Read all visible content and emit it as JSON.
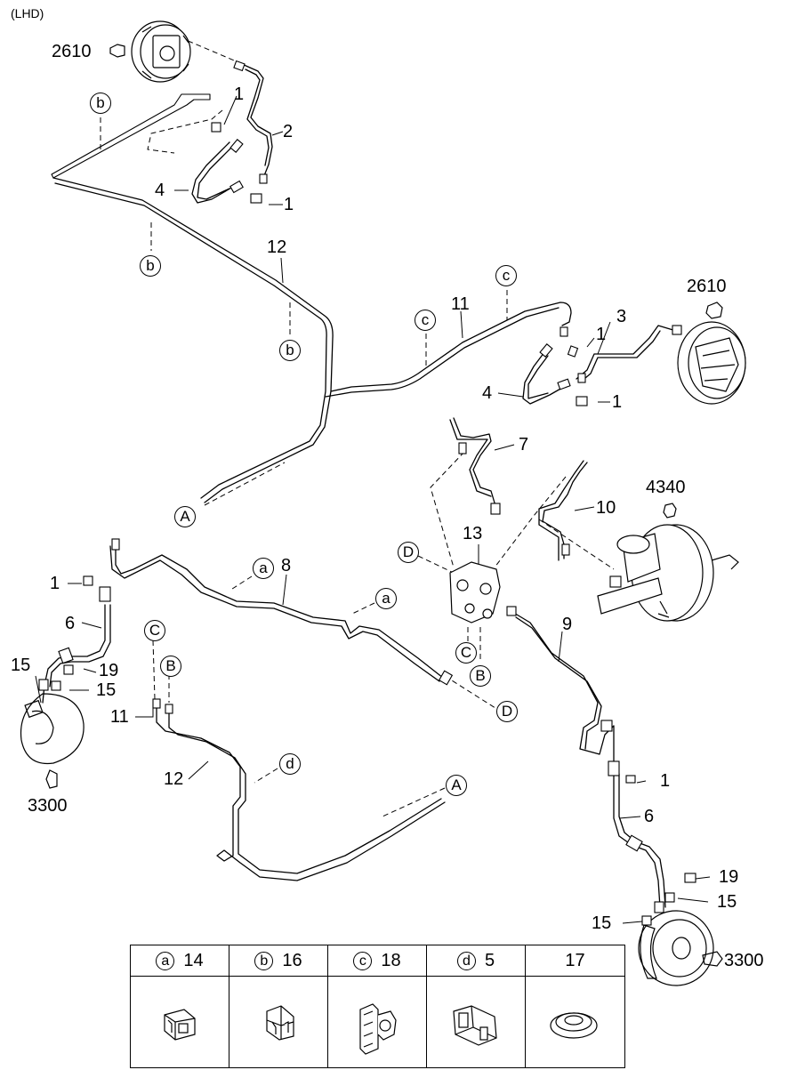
{
  "header": {
    "variant": "(LHD)"
  },
  "callouts": {
    "part_1": "1",
    "part_2": "2",
    "part_3": "3",
    "part_4": "4",
    "part_6": "6",
    "part_7": "7",
    "part_8": "8",
    "part_9": "9",
    "part_10": "10",
    "part_11": "11",
    "part_12": "12",
    "part_13": "13",
    "part_15": "15",
    "part_19": "19",
    "assy_2610": "2610",
    "assy_3300": "3300",
    "assy_4340": "4340"
  },
  "connectors": {
    "a": "a",
    "b": "b",
    "c": "c",
    "d": "d",
    "A": "A",
    "B": "B",
    "C": "C",
    "D": "D"
  },
  "legend": [
    {
      "key": "a",
      "part": "14",
      "icon": "clip-a-icon"
    },
    {
      "key": "b",
      "part": "16",
      "icon": "clip-b-icon"
    },
    {
      "key": "c",
      "part": "18",
      "icon": "clip-c-icon"
    },
    {
      "key": "d",
      "part": "5",
      "icon": "clip-d-icon"
    },
    {
      "key": "",
      "part": "17",
      "icon": "grommet-icon"
    }
  ]
}
